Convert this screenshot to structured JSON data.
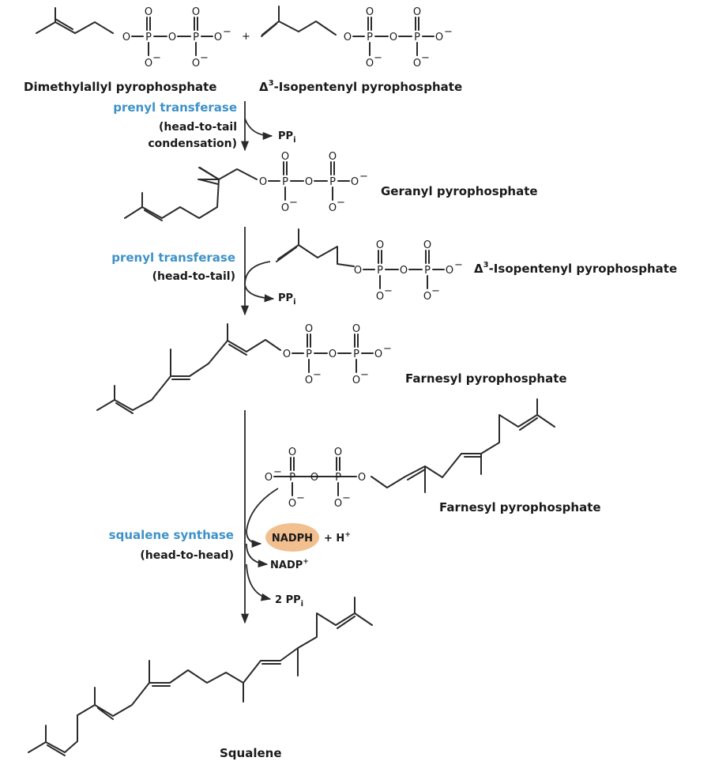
{
  "molecules": {
    "dmapp": "Dimethylallyl pyrophosphate",
    "ipp_prefix": "Δ",
    "ipp_sup": "3",
    "ipp_rest": "-Isopentenyl  pyrophosphate",
    "geranyl": "Geranyl pyrophosphate",
    "farnesyl": "Farnesyl pyrophosphate",
    "squalene": "Squalene"
  },
  "steps": {
    "step1": {
      "enzyme": "prenyl transferase",
      "cond1": "(head-to-tail",
      "cond2": "condensation)"
    },
    "step2": {
      "enzyme": "prenyl transferase",
      "cond1": "(head-to-tail)"
    },
    "step3": {
      "enzyme": "squalene synthase",
      "cond1": "(head-to-head)"
    }
  },
  "atoms": {
    "O": "O",
    "P": "P",
    "O_minus": "O",
    "minus": "−"
  },
  "operators": {
    "plus": "+"
  },
  "byproducts": {
    "ppi": "PP",
    "ppi_sub": "i",
    "two_ppi": "2 PP"
  },
  "cofactors": {
    "nadph": "NADPH",
    "plus_h": "+  H",
    "plus_sup": "+",
    "nadp": "NADP",
    "nadp_sup": "+"
  },
  "colors": {
    "enzyme": "#3e92c8",
    "nadph_bubble": "#f2bf8f",
    "bonds": "#2a2a2a"
  }
}
